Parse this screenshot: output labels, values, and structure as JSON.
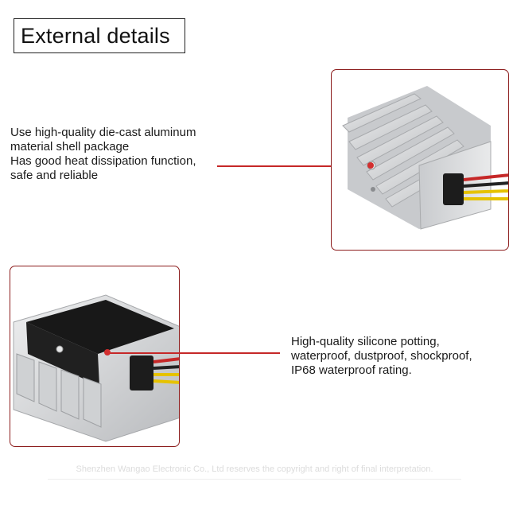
{
  "title": "External details",
  "feature_top": {
    "lines": [
      "Use high-quality die-cast aluminum",
      "material shell package",
      "Has good heat dissipation function,",
      "safe and reliable"
    ]
  },
  "feature_bottom": {
    "lines": [
      "High-quality silicone potting,",
      "waterproof, dustproof, shockproof,",
      "IP68 waterproof rating."
    ]
  },
  "watermark": "Shenzhen Wangao Electronic Co., Ltd reserves the copyright and right of final interpretation.",
  "colors": {
    "frame_border": "#8c1c1c",
    "callout": "#d32f2f",
    "aluminum": "#d9dadc",
    "potting": "#1b1b1b"
  }
}
